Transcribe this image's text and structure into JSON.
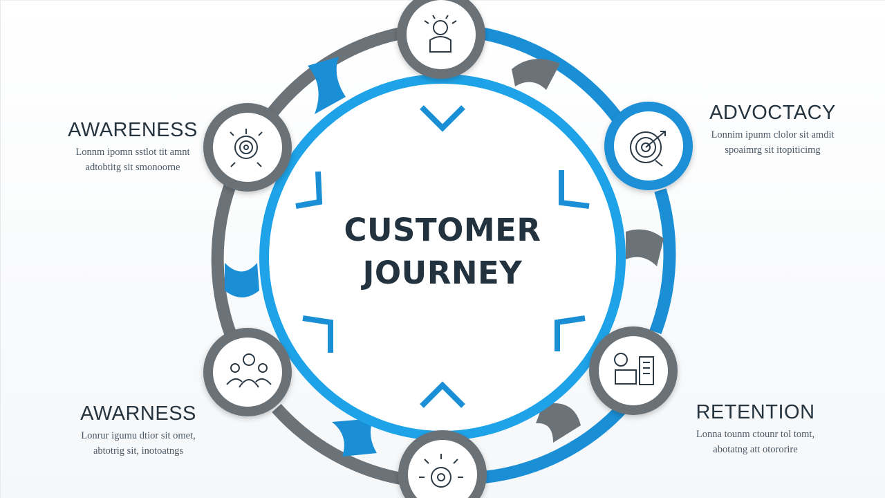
{
  "center": {
    "line1": "CUSTOMER",
    "line2": "JOURNEY"
  },
  "stages": [
    {
      "id": "awareness_top",
      "title": "AWARENESS",
      "desc_line1": "Lonnm ipomn sstlot tit amnt",
      "desc_line2": "adtobtitg sit smonoorne",
      "icon": "lightbulb-brain-icon"
    },
    {
      "id": "advocacy",
      "title": "ADVOCTACY",
      "desc_line1": "Lonnim ipunm clolor sit amdit",
      "desc_line2": "spoaimrg sit itopiticimg",
      "icon": "target-icon"
    },
    {
      "id": "awarness_bottom",
      "title": "AWARNESS",
      "desc_line1": "Lonrur igumu dtior sit omet,",
      "desc_line2": "abtotrig sit, inotoatngs",
      "icon": "people-group-icon"
    },
    {
      "id": "retention",
      "title": "RETENTION",
      "desc_line1": "Lonna tounm ctounr tol tomt,",
      "desc_line2": "abotatng att otororire",
      "icon": "retention-chart-icon"
    }
  ],
  "top_icon": "customer-avatar-icon",
  "bottom_icon": "head-gears-icon",
  "colors": {
    "blue": "#1a8fd6",
    "gray": "#6b7278",
    "text": "#26343f"
  }
}
